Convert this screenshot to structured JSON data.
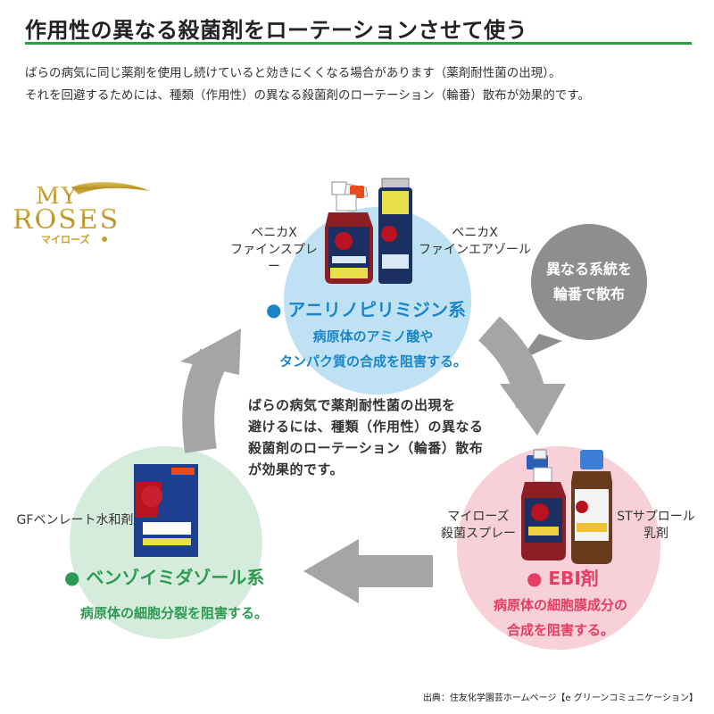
{
  "header": {
    "title": "作用性の異なる殺菌剤をローテーションさせて使う",
    "intro_line1": "ばらの病気に同じ薬剤を使用し続けていると効きにくくなる場合があります（薬剤耐性菌の出現）。",
    "intro_line2": "それを回避するためには、種類（作用性）の異なる殺菌剤のローテーション（輪番）散布が効果的です。"
  },
  "logo": {
    "top": "MY",
    "main": "ROSES",
    "sub": "マイローズ"
  },
  "bubble": {
    "line1": "異なる系統を",
    "line2": "輪番で散布"
  },
  "center_text": {
    "line1": "ばらの病気で薬剤耐性菌の出現を",
    "line2": "避けるには、種類（作用性）の異なる",
    "line3": "殺菌剤のローテーション（輪番）散布",
    "line4": "が効果的です。"
  },
  "groups": {
    "anilino": {
      "title": "● アニリノピリミジン系",
      "desc_line1": "病原体のアミノ酸や",
      "desc_line2": "タンパク質の合成を阻害する。",
      "product_left": [
        "ベニカX",
        "ファインスプレー"
      ],
      "product_right": [
        "ベニカX",
        "ファインエアゾール"
      ],
      "color": "#1a86c8"
    },
    "benzimidazole": {
      "title": "● ベンゾイミダゾール系",
      "desc": "病原体の細胞分裂を阻害する。",
      "product": "GFベンレート水和剤",
      "color": "#2c9a50"
    },
    "ebi": {
      "title": "● EBI剤",
      "desc_line1": "病原体の細胞膜成分の",
      "desc_line2": "合成を阻害する。",
      "product_left": [
        "マイローズ",
        "殺菌スプレー"
      ],
      "product_right": [
        "STサプロール",
        "乳剤"
      ],
      "color": "#e43e62"
    }
  },
  "source": "出典：住友化学園芸ホームページ【e グリーンコミュニケーション】"
}
